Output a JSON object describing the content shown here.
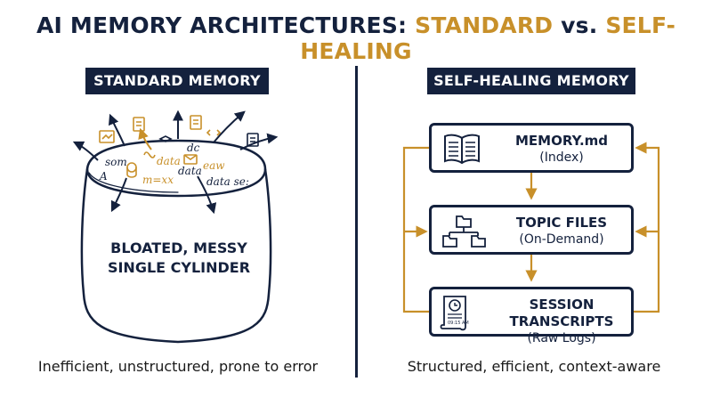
{
  "title": {
    "part1": "AI MEMORY ARCHITECTURES: ",
    "part2": "STANDARD",
    "part3": " vs. ",
    "part4": "SELF-HEALING"
  },
  "left": {
    "banner": "STANDARD MEMORY",
    "bucket_label_line1": "BLOATED, MESSY",
    "bucket_label_line2": "SINGLE CYLINDER",
    "scribbles": [
      "som",
      "A",
      "data",
      "data",
      "m=xx",
      "data se:",
      "dc",
      "eaw"
    ],
    "caption": "Inefficient, unstructured, prone to error"
  },
  "right": {
    "banner": "SELF-HEALING MEMORY",
    "boxes": [
      {
        "title": "MEMORY.md",
        "subtitle": "(Index)",
        "icon": "book-icon"
      },
      {
        "title": "TOPIC FILES",
        "subtitle": "(On-Demand)",
        "icon": "folder-tree-icon"
      },
      {
        "title": "SESSION TRANSCRIPTS",
        "subtitle": "(Raw Logs)",
        "icon": "transcript-icon"
      }
    ],
    "transcript_stamp": "09:15 AM",
    "caption": "Structured, efficient, context-aware"
  },
  "colors": {
    "navy": "#14213d",
    "gold": "#c8902a"
  }
}
